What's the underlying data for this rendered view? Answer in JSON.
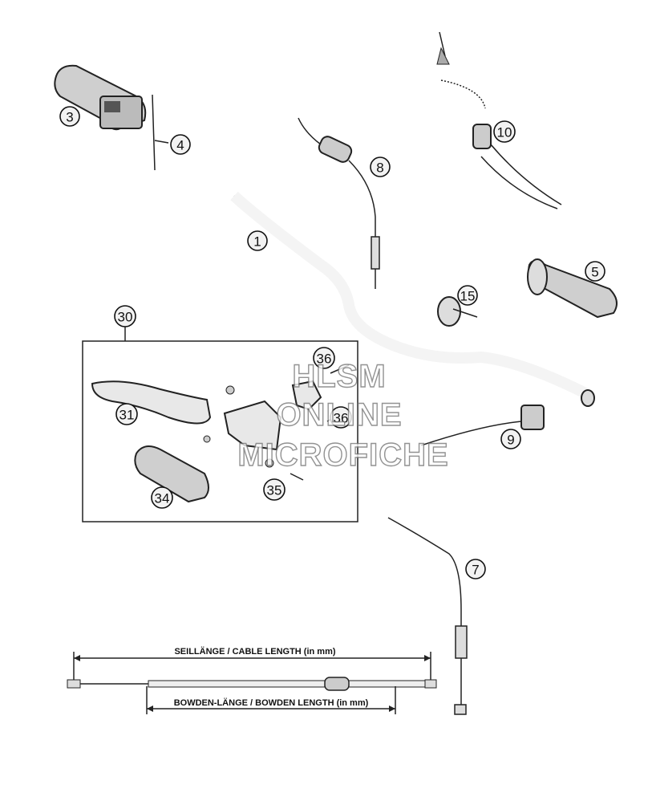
{
  "callouts": {
    "c1": "1",
    "c3": "3",
    "c4": "4",
    "c5": "5",
    "c7": "7",
    "c8": "8",
    "c9": "9",
    "c10": "10",
    "c15": "15",
    "c30": "30",
    "c31": "31",
    "c34": "34",
    "c35": "35",
    "c36a": "36",
    "c36b": "36"
  },
  "dimensions": {
    "cable_length": "SEILLÄNGE / CABLE LENGTH (in mm)",
    "bowden_length": "BOWDEN-LÄNGE / BOWDEN LENGTH (in mm)"
  },
  "watermark": {
    "line1": "HLSM",
    "line2": "ONLINE",
    "line3": "MICROFICHE"
  }
}
